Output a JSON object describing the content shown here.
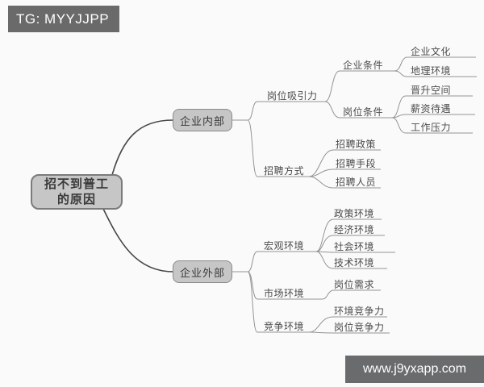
{
  "watermarks": {
    "top_left": "TG: MYYJJPP",
    "bottom_right": "www.j9yxapp.com"
  },
  "colors": {
    "background": "#fafafa",
    "node_fill": "#c6c6c6",
    "node_border": "#8a8a8a",
    "edge_line": "#949494",
    "trunk_line": "#454545",
    "watermark_bg": "#6a6a6a",
    "watermark_text": "#ffffff",
    "label_text": "#4b4b4b"
  },
  "mindmap": {
    "root": {
      "line1": "招不到普工",
      "line2": "的原因"
    },
    "internal": {
      "label": "企业内部",
      "job_attraction": {
        "label": "岗位吸引力",
        "company_conditions": {
          "label": "企业条件",
          "children": [
            "企业文化",
            "地理环境"
          ]
        },
        "job_conditions": {
          "label": "岗位条件",
          "children": [
            "晋升空间",
            "薪资待遇",
            "工作压力"
          ]
        }
      },
      "recruitment_method": {
        "label": "招聘方式",
        "children": [
          "招聘政策",
          "招聘手段",
          "招聘人员"
        ]
      }
    },
    "external": {
      "label": "企业外部",
      "macro_environment": {
        "label": "宏观环境",
        "children": [
          "政策环境",
          "经济环境",
          "社会环境",
          "技术环境"
        ]
      },
      "market_environment": {
        "label": "市场环境",
        "children": [
          "岗位需求"
        ]
      },
      "competition_environment": {
        "label": "竞争环境",
        "children": [
          "环境竞争力",
          "岗位竞争力"
        ]
      }
    }
  }
}
